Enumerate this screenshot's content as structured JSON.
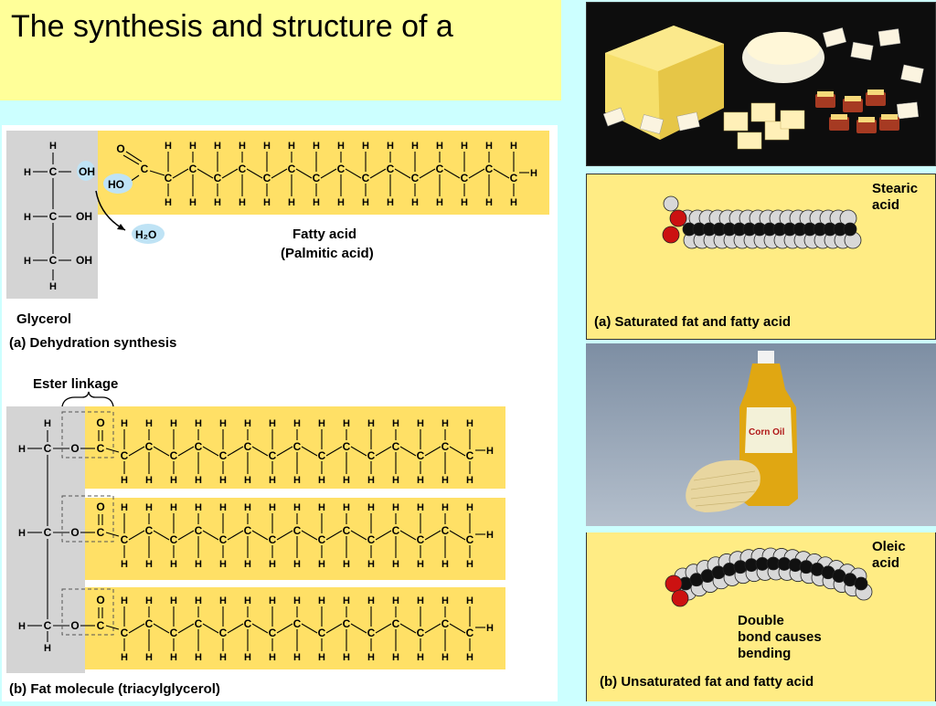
{
  "slide": {
    "title": "The synthesis and structure of a"
  },
  "diagram_left": {
    "glycerol_label": "Glycerol",
    "panel_a_caption": "(a) Dehydration synthesis",
    "fatty_acid_label": "Fatty acid",
    "palmitic_label": "(Palmitic acid)",
    "water_label": "H₂O",
    "ho_label": "HO",
    "oh_label": "OH",
    "o_label": "O",
    "c_label": "C",
    "h_label": "H",
    "ester_label": "Ester linkage",
    "panel_b_caption": "(b) Fat molecule (triacylglycerol)"
  },
  "diagram_right": {
    "stearic_label_line1": "Stearic",
    "stearic_label_line2": "acid",
    "saturated_caption": "(a) Saturated fat and fatty acid",
    "oleic_label_line1": "Oleic",
    "oleic_label_line2": "acid",
    "bend_line1": "Double",
    "bend_line2": "bond causes",
    "bend_line3": "bending",
    "unsaturated_caption": "(b) Unsaturated fat and fatty acid",
    "corn_brand": "Corn Oil"
  },
  "colors": {
    "slide_bg": "#ccffff",
    "title_bg": "#ffff99",
    "fatty_acid_band": "#ffe066",
    "glycerol_band": "#d4d4d4",
    "caption_band": "#ffec84",
    "oxygen_red": "#cc1111",
    "carbon_black": "#111111",
    "hydrogen_gray": "#d8d8d8"
  }
}
